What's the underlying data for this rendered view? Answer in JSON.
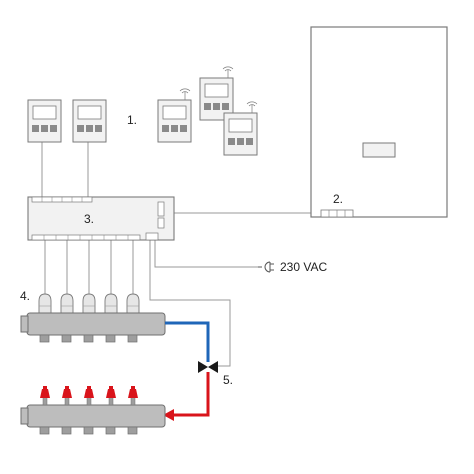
{
  "labels": {
    "thermostats": "1.",
    "boiler": "2.",
    "controller": "3.",
    "actuators": "4.",
    "valve": "5.",
    "power": "230 VAC"
  },
  "colors": {
    "line": "#9a9a9a",
    "device_stroke": "#7a7a7a",
    "device_fill": "#f2f2f2",
    "display": "#ffffff",
    "button": "#8a8a8a",
    "manifold": "#bdbdbd",
    "actuator": "#e6e6e6",
    "pipe_cold": "#1f66b8",
    "pipe_hot": "#d9141b",
    "cap_hot": "#d9141b",
    "valve": "#1a1a1a"
  },
  "icons": [
    "wired-thermostat-icon",
    "wireless-thermostat-icon",
    "wireless-signal-icon",
    "plug-icon",
    "valve-icon",
    "actuator-icon"
  ]
}
